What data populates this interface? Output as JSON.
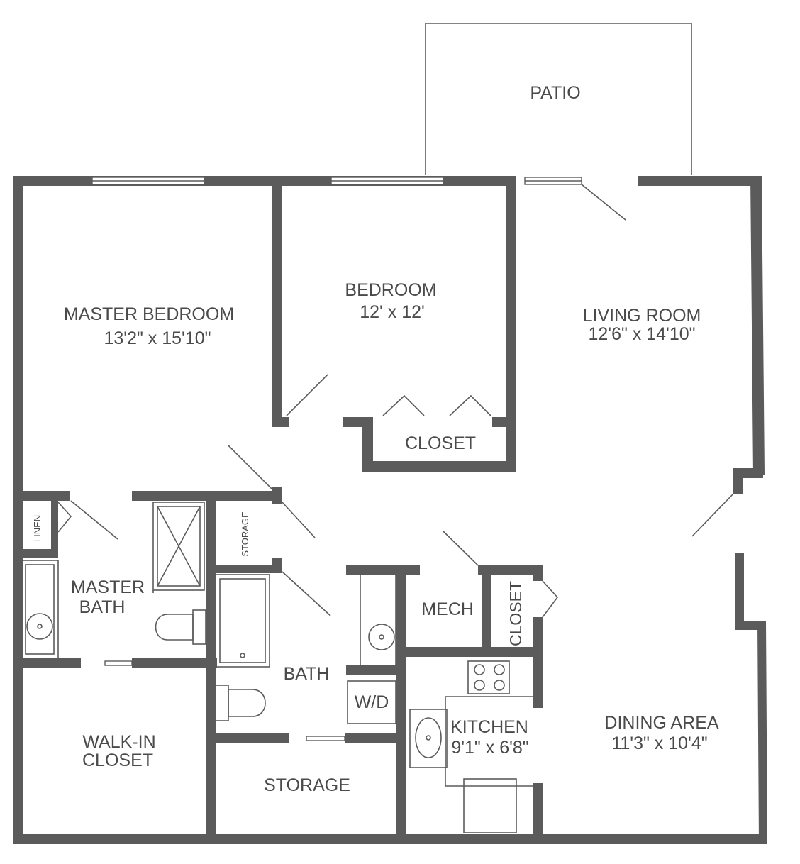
{
  "rooms": {
    "patio": {
      "name": "PATIO"
    },
    "master_bedroom": {
      "name": "MASTER BEDROOM",
      "dims": "13'2\" x 15'10\""
    },
    "bedroom": {
      "name": "BEDROOM",
      "dims": "12' x 12'"
    },
    "living_room": {
      "name": "LIVING ROOM",
      "dims": "12'6\" x 14'10\""
    },
    "bedroom_closet": {
      "name": "CLOSET"
    },
    "linen": {
      "name": "LINEN"
    },
    "hall_storage": {
      "name": "STORAGE"
    },
    "master_bath": {
      "line1": "MASTER",
      "line2": "BATH"
    },
    "mech": {
      "name": "MECH"
    },
    "hall_closet": {
      "name": "CLOSET"
    },
    "bath": {
      "name": "BATH"
    },
    "washer_dryer": {
      "name": "W/D"
    },
    "walk_in_closet": {
      "line1": "WALK-IN",
      "line2": "CLOSET"
    },
    "storage": {
      "name": "STORAGE"
    },
    "kitchen": {
      "name": "KITCHEN",
      "dims": "9'1\" x 6'8\""
    },
    "dining_area": {
      "name": "DINING AREA",
      "dims": "11'3\" x 10'4\""
    }
  },
  "colors": {
    "wall": "#5b5b5b",
    "label": "#4a4a4a",
    "background": "#ffffff"
  }
}
